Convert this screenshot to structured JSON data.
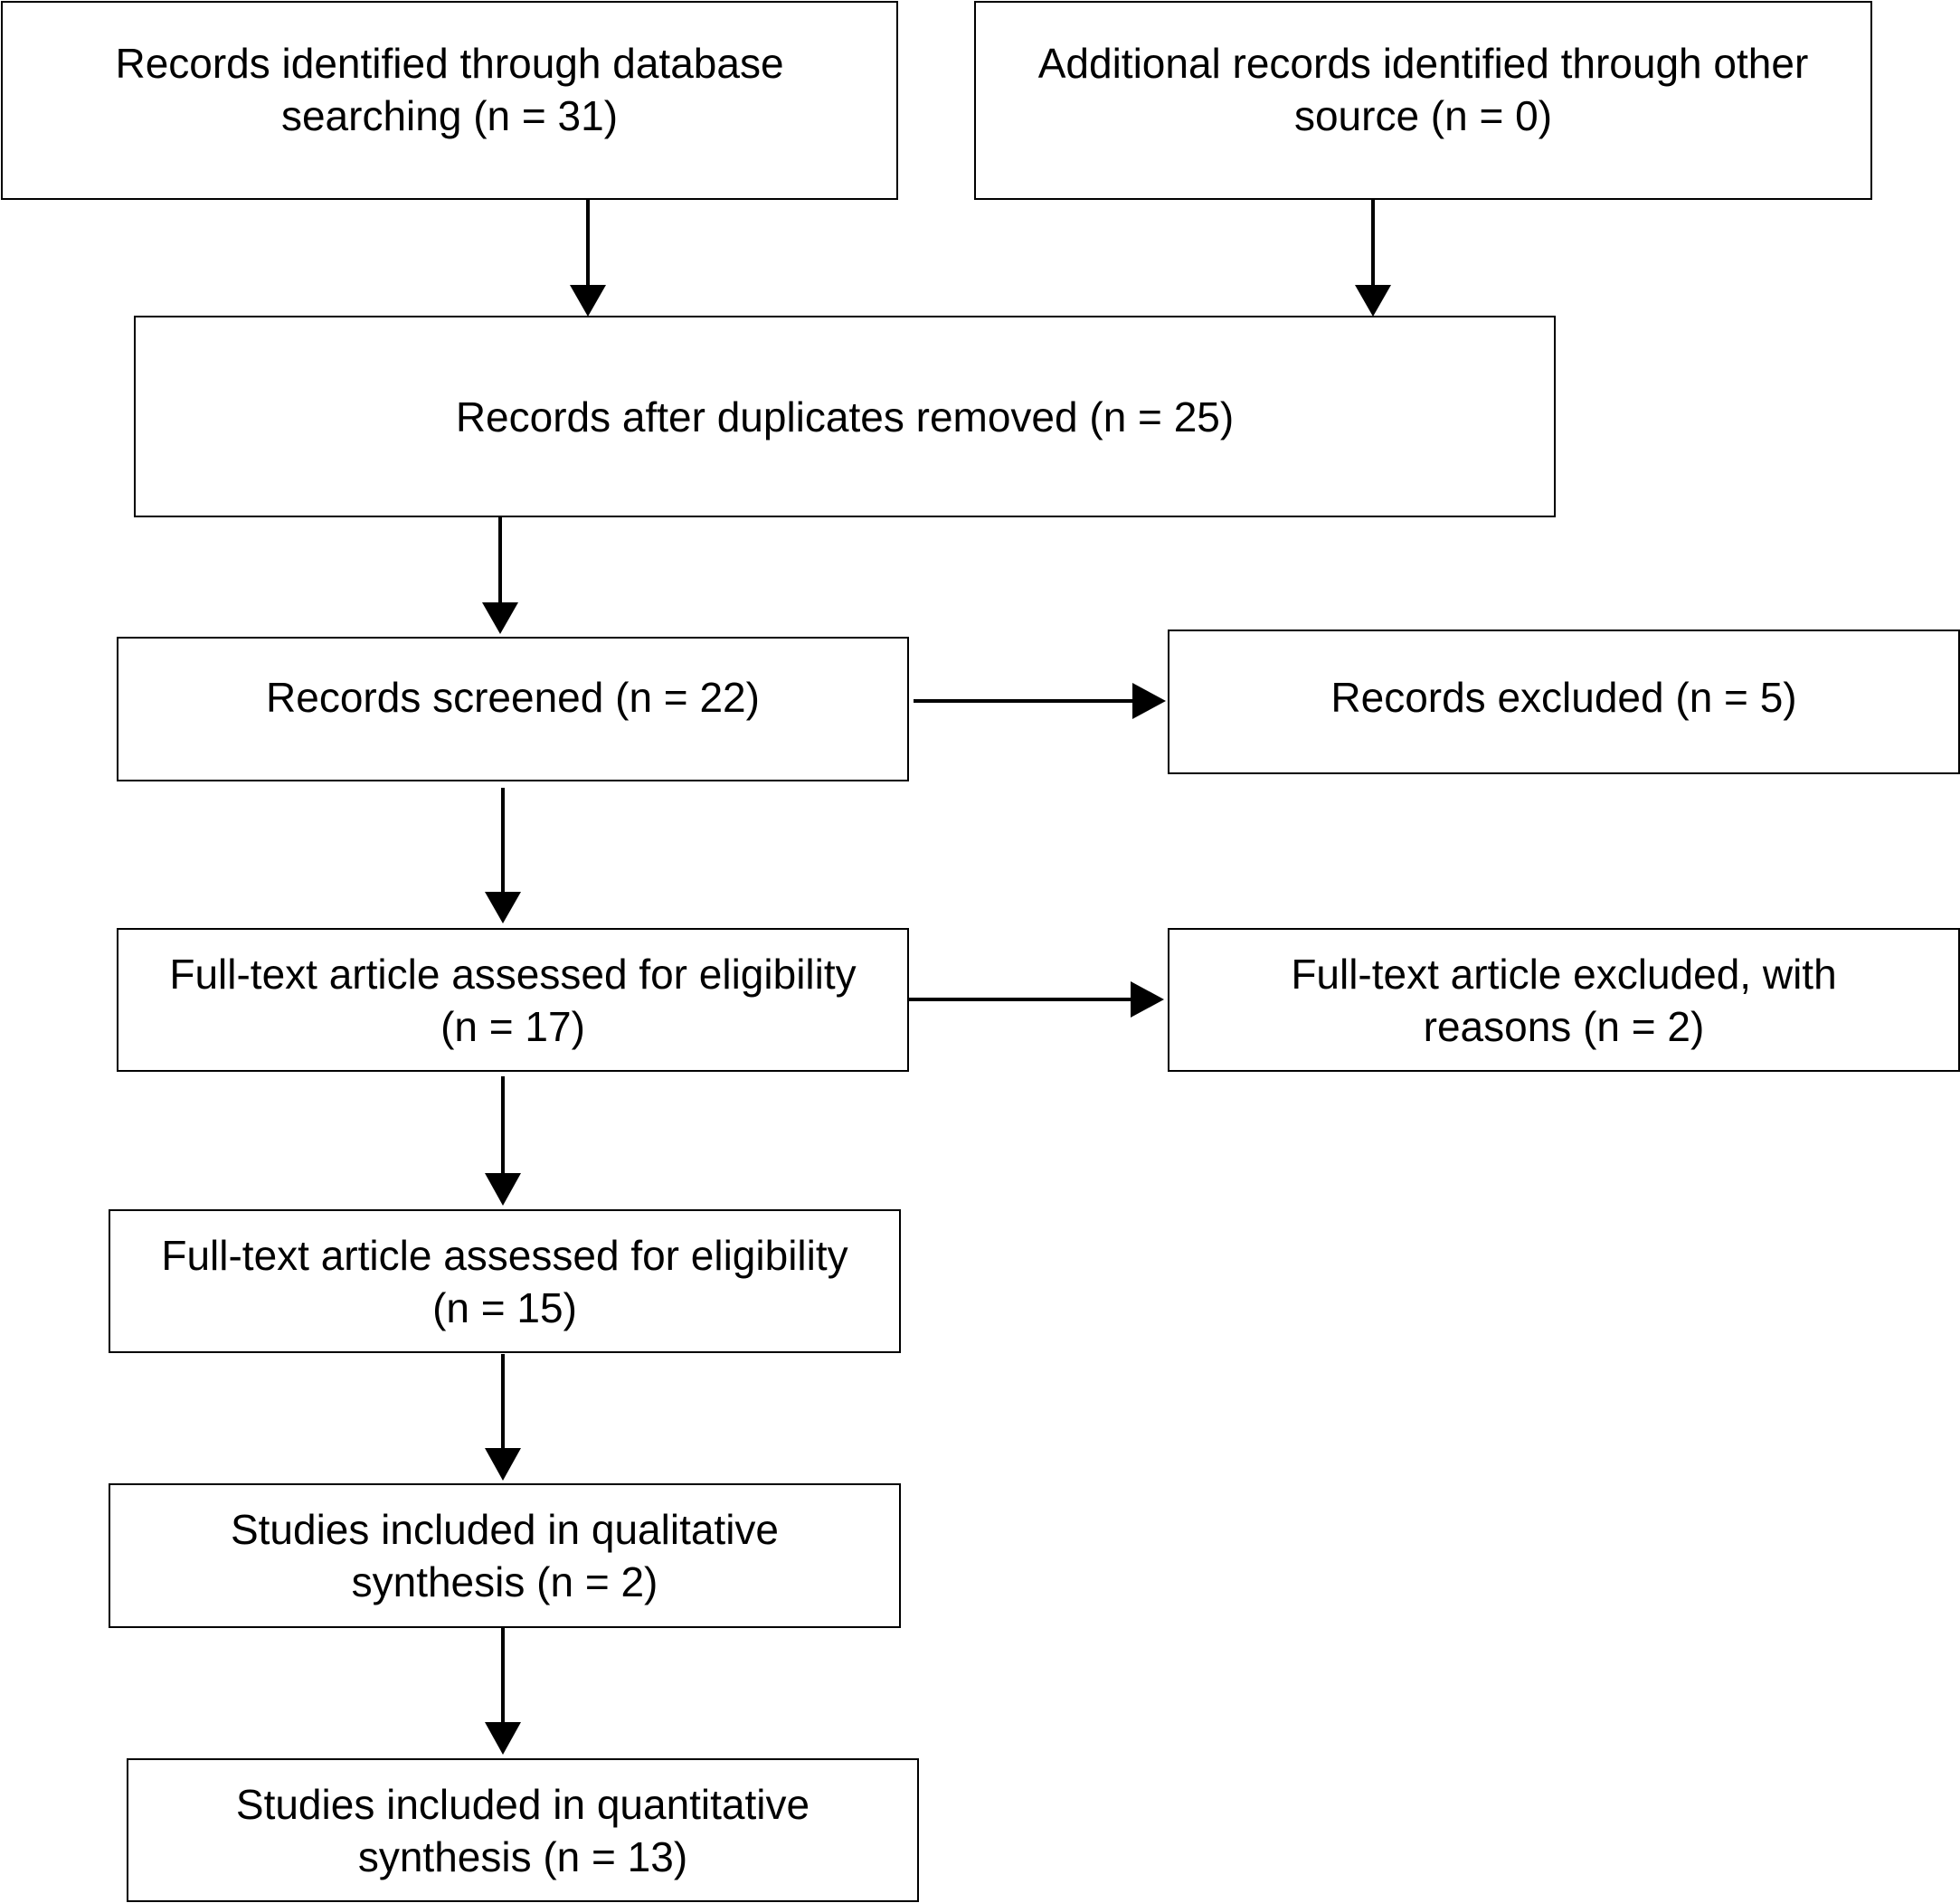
{
  "flowchart": {
    "boxes": {
      "database_records": "Records identified through database\nsearching (n = 31)",
      "other_records": "Additional records identified through other\nsource (n = 0)",
      "after_duplicates": "Records after duplicates removed (n = 25)",
      "screened": "Records screened (n = 22)",
      "excluded": "Records excluded (n = 5)",
      "fulltext_assessed_1": "Full-text article assessed for eligibility\n(n = 17)",
      "fulltext_excluded": "Full-text article excluded, with\nreasons (n = 2)",
      "fulltext_assessed_2": "Full-text article assessed for eligibility\n(n = 15)",
      "qualitative": "Studies included in qualitative\nsynthesis (n = 2)",
      "quantitative": "Studies included in quantitative\nsynthesis (n = 13)"
    },
    "line_color": "#000000"
  }
}
